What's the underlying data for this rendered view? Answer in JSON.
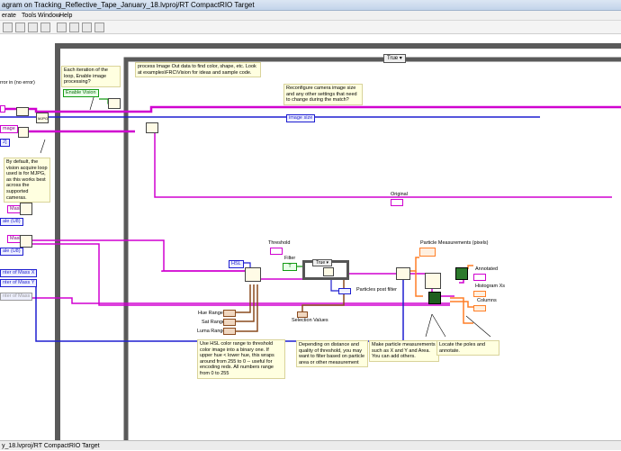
{
  "window": {
    "title": "agram on Tracking_Reflective_Tape_January_18.lvproj/RT CompactRIO Target"
  },
  "menu": {
    "items": [
      "erate",
      "Tools",
      "Window",
      "Help"
    ]
  },
  "status": {
    "text": "y_18.lvproj/RT CompactRIO Target"
  },
  "case_structure": {
    "outer_selector": "True",
    "inner_selector": "True"
  },
  "notes": {
    "loop": "Each iteration of the loop, Enable image processing?",
    "process": "process Image Out data to find color, shape, etc. Look at examples\\FRC\\Vision for ideas and sample code.",
    "reconfigure": "Reconfigure camera image size and any other settings that need to change during the match?",
    "mjpg": "By default, the vision acquire loop used is for MJPG, as this works best across the supported cameras.",
    "hsl": "Use HSL color range to threshold color image into a binary one. If upper hue < lower hue, this wraps around from 255 to 0 -- useful for encoding reds. All numbers range from 0 to 255",
    "filter": "Depending on distance and quality of threshold, you may want to filter based on particle area or other measurement",
    "particle": "Make particle measurements such as X and Y and Area. You can add others.",
    "poles": "Locate the poles and annotate."
  },
  "left_labels": {
    "error": "rror in (no error)",
    "image": "mage",
    "u32": "2]",
    "mask": "Mask",
    "mask2": "Mask2",
    "u8a": "ale (U8)",
    "u8b": "ale (U8)",
    "com_x": "nter of Mass X",
    "com_y": "nter of Mass Y",
    "com_z": "nter of Mass"
  },
  "controls": {
    "enable_vision": "Enable Vision",
    "image_size": "image size",
    "original": "Original",
    "threshold": "Threshold",
    "filter": "Filter",
    "filter_value": "T",
    "hsl": "HSL",
    "hue_range": "Hue Range",
    "sat_range": "Sat Range",
    "luma_range": "Luma Range",
    "particles_post_filter": "Particles post filter",
    "selection_values": "Selection Values",
    "particle_measurements": "Particle Measurements (pixels)",
    "annotated": "Annotated",
    "histogram_xs": "Histogram Xs",
    "columns": "Columns",
    "mjpg_label": "MJPG"
  },
  "colors": {
    "image_wire": "#d000d0",
    "numeric_wire": "#1f1fd0",
    "boolean_wire": "#139b13",
    "cluster_wire": "#8a4b1f",
    "array_wire": "#ff7f27",
    "loop_frame": "#5a5a5a"
  }
}
